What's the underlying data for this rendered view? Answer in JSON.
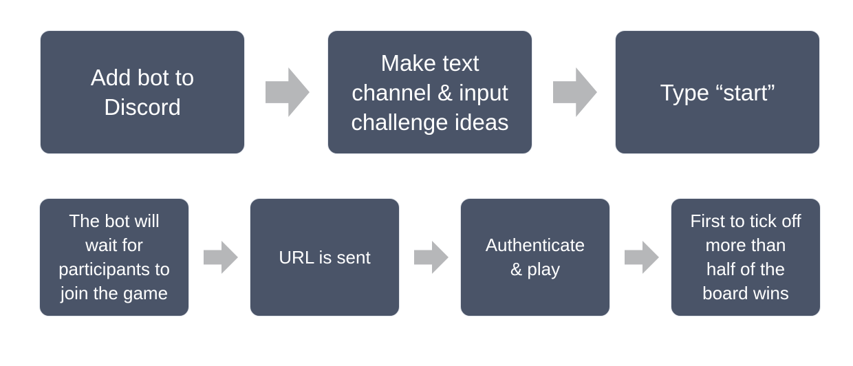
{
  "steps": {
    "row1": [
      {
        "label": "Add bot to\nDiscord"
      },
      {
        "label": "Make text\nchannel & input\nchallenge ideas"
      },
      {
        "label": "Type “start”"
      }
    ],
    "row2": [
      {
        "label": "The bot will\nwait for\nparticipants to\njoin the game"
      },
      {
        "label": "URL is sent"
      },
      {
        "label": "Authenticate\n& play"
      },
      {
        "label": "First to tick off\nmore than\nhalf of the\nboard wins"
      }
    ]
  },
  "colors": {
    "box_fill": "#4a5468",
    "box_border": "#e3e6ec",
    "arrow": "#b6b7b9",
    "text": "#ffffff"
  }
}
